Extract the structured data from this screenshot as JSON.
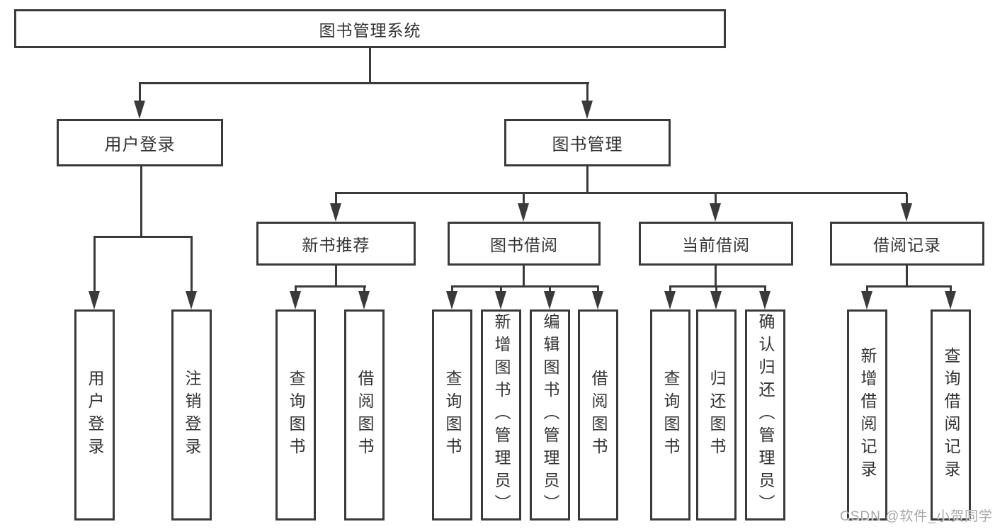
{
  "colors": {
    "line": "#3a3a3a",
    "text": "#333333",
    "box_background": "#ffffff",
    "page_background": "#ffffff",
    "watermark": "#a8a8a8"
  },
  "nodes": {
    "root": {
      "label": "图书管理系统"
    },
    "user_login": {
      "label": "用户登录"
    },
    "book_management": {
      "label": "图书管理"
    },
    "new_book_recommend": {
      "label": "新书推荐"
    },
    "book_borrowing": {
      "label": "图书借阅"
    },
    "current_borrowing": {
      "label": "当前借阅"
    },
    "borrowing_records": {
      "label": "借阅记录"
    },
    "leaves": {
      "user_login": [
        "用户登录",
        "注销登录"
      ],
      "new_book_recommend": [
        "查询图书",
        "借阅图书"
      ],
      "book_borrowing": [
        "查询图书",
        "新增图书（管理员）",
        "编辑图书（管理员）",
        "借阅图书"
      ],
      "current_borrowing": [
        "查询图书",
        "归还图书",
        "确认归还（管理员）"
      ],
      "borrowing_records": [
        "新增借阅记录",
        "查询借阅记录"
      ]
    }
  },
  "watermark": "CSDN @软件_小贺同学"
}
